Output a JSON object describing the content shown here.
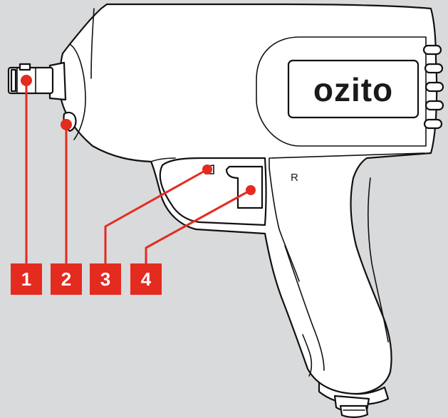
{
  "diagram": {
    "brand": "ozito",
    "housing_marking": "R",
    "callouts": [
      {
        "number": "1"
      },
      {
        "number": "2"
      },
      {
        "number": "3"
      },
      {
        "number": "4"
      }
    ]
  },
  "colors": {
    "background": "#d9dadb",
    "callout": "#e42b20",
    "outline": "#111111",
    "body": "#ffffff"
  }
}
